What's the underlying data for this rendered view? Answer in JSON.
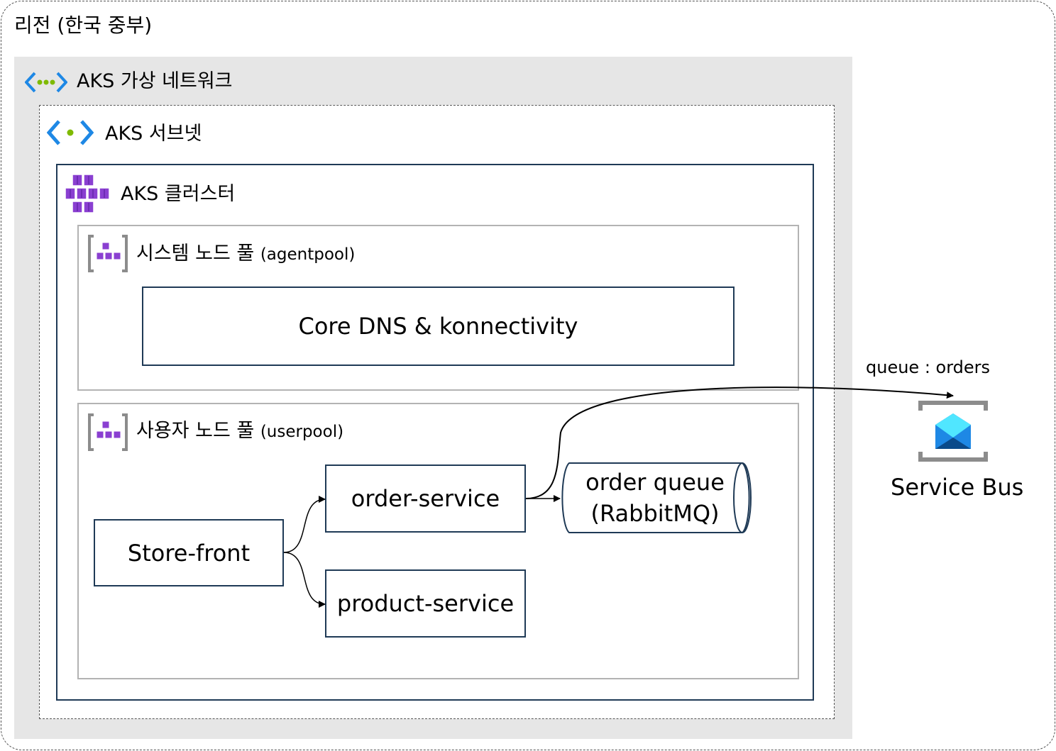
{
  "region": {
    "label": "리전 (한국 중부)"
  },
  "vnet": {
    "label": "AKS 가상 네트워크",
    "icon": "virtual-network-icon"
  },
  "subnet": {
    "label": "AKS 서브넷",
    "icon": "subnet-icon"
  },
  "cluster": {
    "label": "AKS 클러스터",
    "icon": "aks-cluster-icon"
  },
  "system_pool": {
    "label": "시스템 노드 풀",
    "sublabel": "(agentpool)",
    "icon": "node-pool-icon",
    "components": {
      "core": "Core DNS & konnectivity"
    }
  },
  "user_pool": {
    "label": "사용자 노드 풀",
    "sublabel": "(userpool)",
    "icon": "node-pool-icon",
    "components": {
      "store_front": "Store-front",
      "order_service": "order-service",
      "product_service": "product-service",
      "order_queue_line1": "order queue",
      "order_queue_line2": "(RabbitMQ)"
    }
  },
  "service_bus": {
    "label": "Service Bus",
    "icon": "service-bus-icon",
    "queue_label": "queue : orders"
  },
  "colors": {
    "container_border": "#1f3a56",
    "vnet_fill": "#e6e6e6",
    "pool_border": "#b3b3b3",
    "accent_blue": "#1e88e5",
    "accent_purple": "#8a3fd1",
    "accent_green": "#7fba00"
  }
}
